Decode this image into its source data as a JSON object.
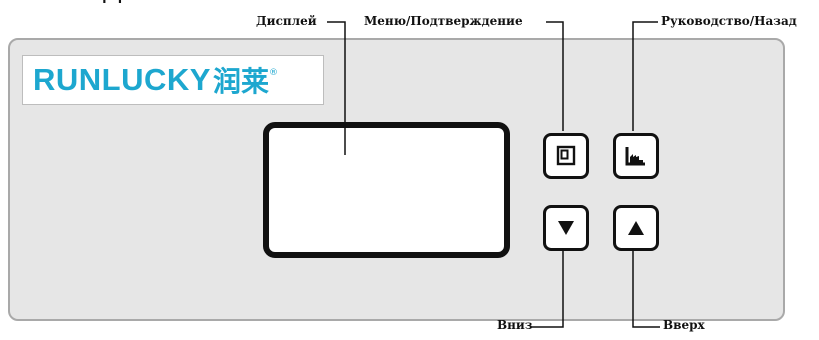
{
  "top_fragment": "Д",
  "logo": {
    "latin": "RUNLUCKY",
    "cjk": "润莱",
    "mark": "®"
  },
  "labels": {
    "display": "Дисплей",
    "menu_confirm": "Меню/Подтверждение",
    "guide_back": "Руководство/Назад",
    "down": "Вниз",
    "up": "Вверх"
  },
  "icons": {
    "menu_key": "menu-confirm-icon",
    "guide_key": "guide-back-icon",
    "down_key": "arrow-down-icon",
    "up_key": "arrow-up-icon"
  },
  "colors": {
    "brand": "#1da7cf",
    "panel": "#e6e6e6",
    "outline": "#111111"
  }
}
